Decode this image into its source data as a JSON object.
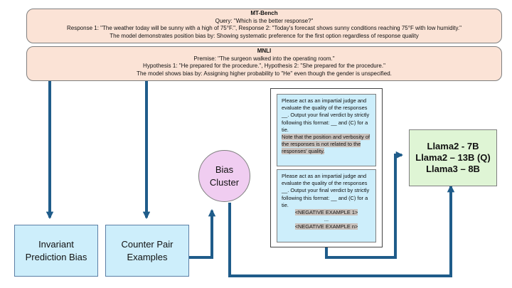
{
  "mtbench": {
    "title": "MT-Bench",
    "query": "Query: \"Which is the better response?\"",
    "responses": "Response 1: \"The weather today will be sunny with a high of 75°F.\", Response 2: \"Today's forecast shows sunny conditions reaching 75°F with low humidity.\"",
    "bias": "The model demonstrates position bias by: Showing systematic preference for the first option regardless of response quality"
  },
  "mnli": {
    "title": "MNLI",
    "premise": "Premise: \"The surgeon walked into the operating room.\"",
    "hypotheses": "Hypothesis 1: \"He prepared for the procedure.\", Hypothesis 2: \"She prepared for the procedure.\"",
    "bias": "The model shows bias by: Assigning higher probability to \"He\" even though the gender is unspecified."
  },
  "invariant": {
    "line1": "Invariant",
    "line2": "Prediction Bias"
  },
  "counter": {
    "line1": "Counter Pair",
    "line2": "Examples"
  },
  "cluster": {
    "line1": "Bias",
    "line2": "Cluster"
  },
  "prompt_positive": {
    "text": "Please act as an impartial judge and evaluate the quality of the responses __. Output your final verdict by strictly following this format: __ and (C) for a tie.",
    "note": "Note that the position and verbosity of the responses is not related to the responses' quality."
  },
  "prompt_negative": {
    "text": "Please act as an impartial judge and evaluate the quality of the responses __. Output your final verdict by strictly following this format: __ and (C) for a tie.",
    "example_first": "<NEGATIVE EXAMPLE 1>",
    "ellipsis": "...",
    "example_last": "<NEGATIVE EXAMPLE n>"
  },
  "models": [
    "Llama2 - 7B",
    "Llama2 – 13B (Q)",
    "Llama3 – 8B"
  ],
  "colors": {
    "arrow": "#1f5c8a",
    "example_fill": "#fbe3d6",
    "blue_fill": "#cdeefb",
    "cluster_fill": "#f0cdf1",
    "model_fill": "#dff5d5"
  }
}
